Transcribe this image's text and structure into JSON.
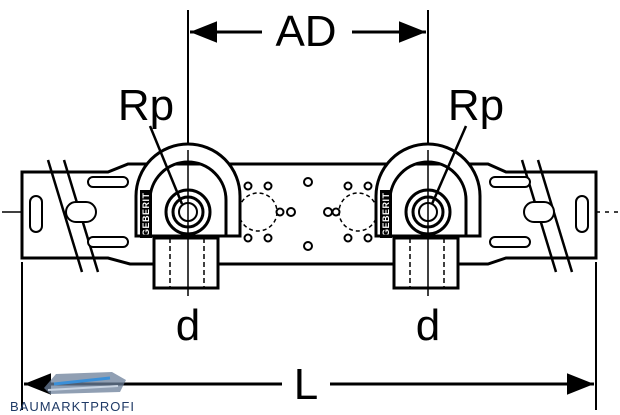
{
  "labels": {
    "center_distance": "AD",
    "thread_left": "Rp",
    "thread_right": "Rp",
    "pipe_left": "d",
    "pipe_right": "d",
    "length": "L",
    "brand_left": "GEBERIT",
    "brand_right": "GEBERIT"
  },
  "watermark": {
    "text": "BAUMARKTPROFI"
  },
  "colors": {
    "line": "#000000",
    "background": "#ffffff",
    "watermark": "#1f3a66",
    "watermark_accent": "#3a8fd8"
  }
}
